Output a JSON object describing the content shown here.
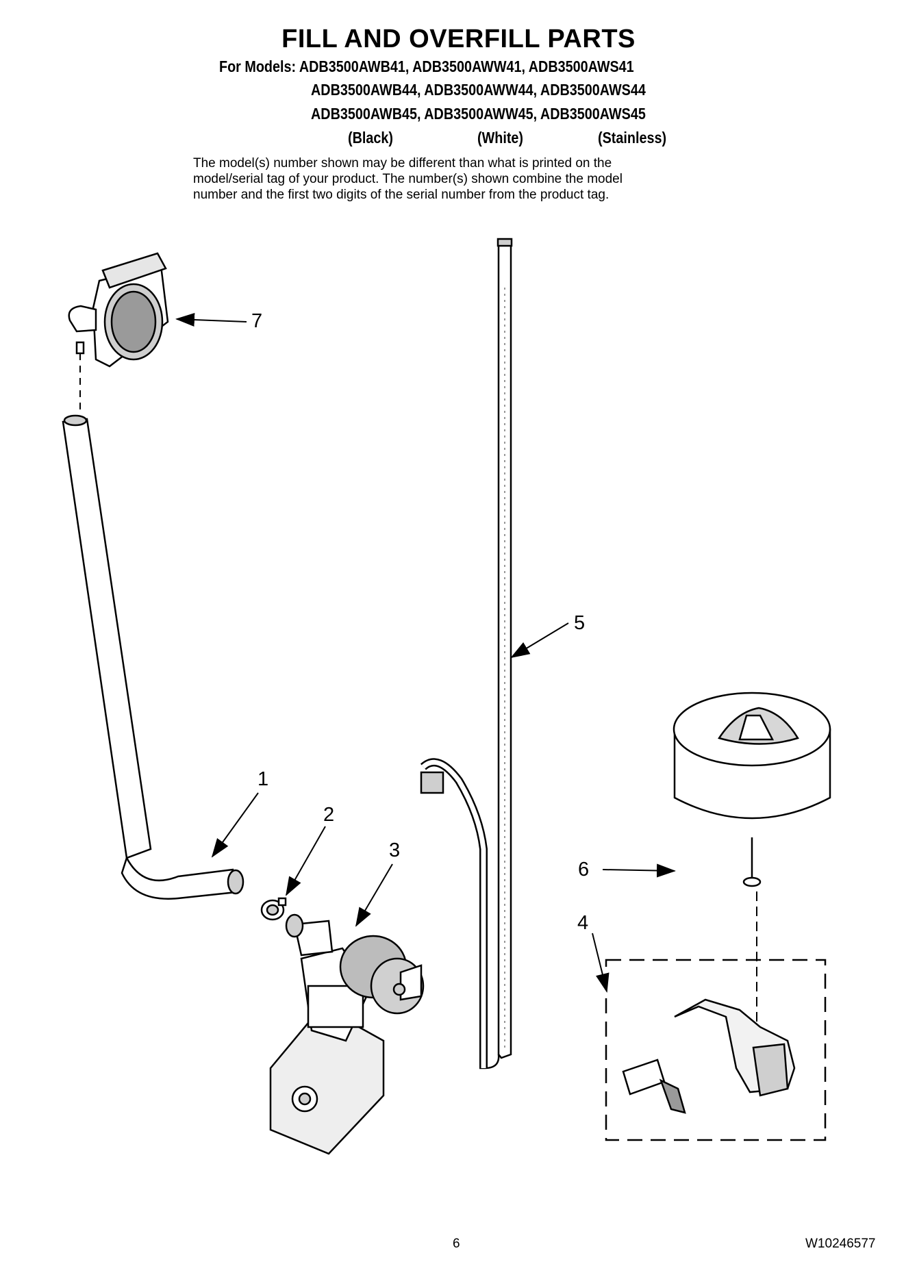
{
  "header": {
    "title": "FILL AND OVERFILL PARTS",
    "models_label": "For Models:",
    "model_lines": [
      "ADB3500AWB41, ADB3500AWW41, ADB3500AWS41",
      "ADB3500AWB44, ADB3500AWW44, ADB3500AWS44",
      "ADB3500AWB45, ADB3500AWW45, ADB3500AWS45"
    ],
    "finishes": [
      "(Black)",
      "(White)",
      "(Stainless)"
    ],
    "disclaimer_lines": [
      "The model(s) number shown may be different than what is printed on the",
      "model/serial tag of your product. The number(s) shown combine the model",
      "number and the first two digits of the serial number from the product tag."
    ]
  },
  "callouts": [
    "1",
    "2",
    "3",
    "4",
    "5",
    "6",
    "7"
  ],
  "footer": {
    "page_number": "6",
    "document_number": "W10246577"
  }
}
